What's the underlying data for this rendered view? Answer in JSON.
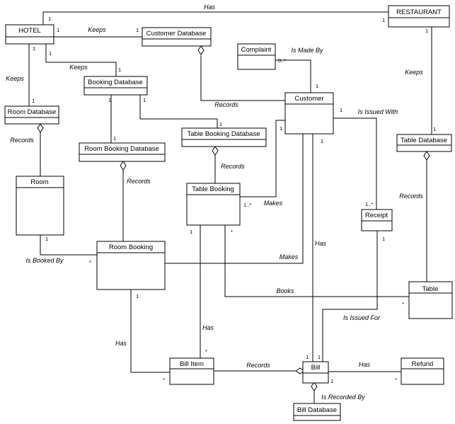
{
  "classes": {
    "hotel": "HOTEL",
    "restaurant": "RESTAURANT",
    "customer_database": "Customer Database",
    "complaint": "Complaint",
    "booking_database": "Booking Database",
    "customer": "Customer",
    "room_database": "Room Database",
    "table_booking_database": "Table Booking Database",
    "table_database": "Table Database",
    "room_booking_database": "Room Booking Database",
    "room": "Room",
    "table_booking": "Table Booking",
    "receipt": "Receipt",
    "room_booking": "Room Booking",
    "table": "Table",
    "bill_item": "Bill Item",
    "bill": "Bill",
    "refund": "Refund",
    "bill_database": "Bill Database"
  },
  "associations": {
    "hotel_restaurant": "Has",
    "hotel_customer_db": "Keeps",
    "hotel_room_db": "Keeps",
    "hotel_booking_db": "Keeps",
    "complaint_customer": "Is Made By",
    "restaurant_table_db": "Keeps",
    "customerdb_customer": "Records",
    "customer_receipt": "Is Issued With",
    "roomdb_room": "Records",
    "tbdb_tablebooking": "Records",
    "rbdb_roombooking": "Records",
    "tabledb_table": "Records",
    "customer_tablebooking": "Makes",
    "room_roombooking": "Is Booked By",
    "customer_roombooking": "Makes",
    "customer_bill": "Has",
    "tablebooking_table": "Books",
    "receipt_bill": "Is Issued For",
    "tablebooking_billitem": "Has",
    "roombooking_billitem": "Has",
    "billitem_bill": "Records",
    "bill_refund": "Has",
    "bill_billdb": "Is Recorded By"
  },
  "multiplicities": {
    "one": "1",
    "many": "*",
    "zero_many": "0..*",
    "one_many": "1..*"
  }
}
